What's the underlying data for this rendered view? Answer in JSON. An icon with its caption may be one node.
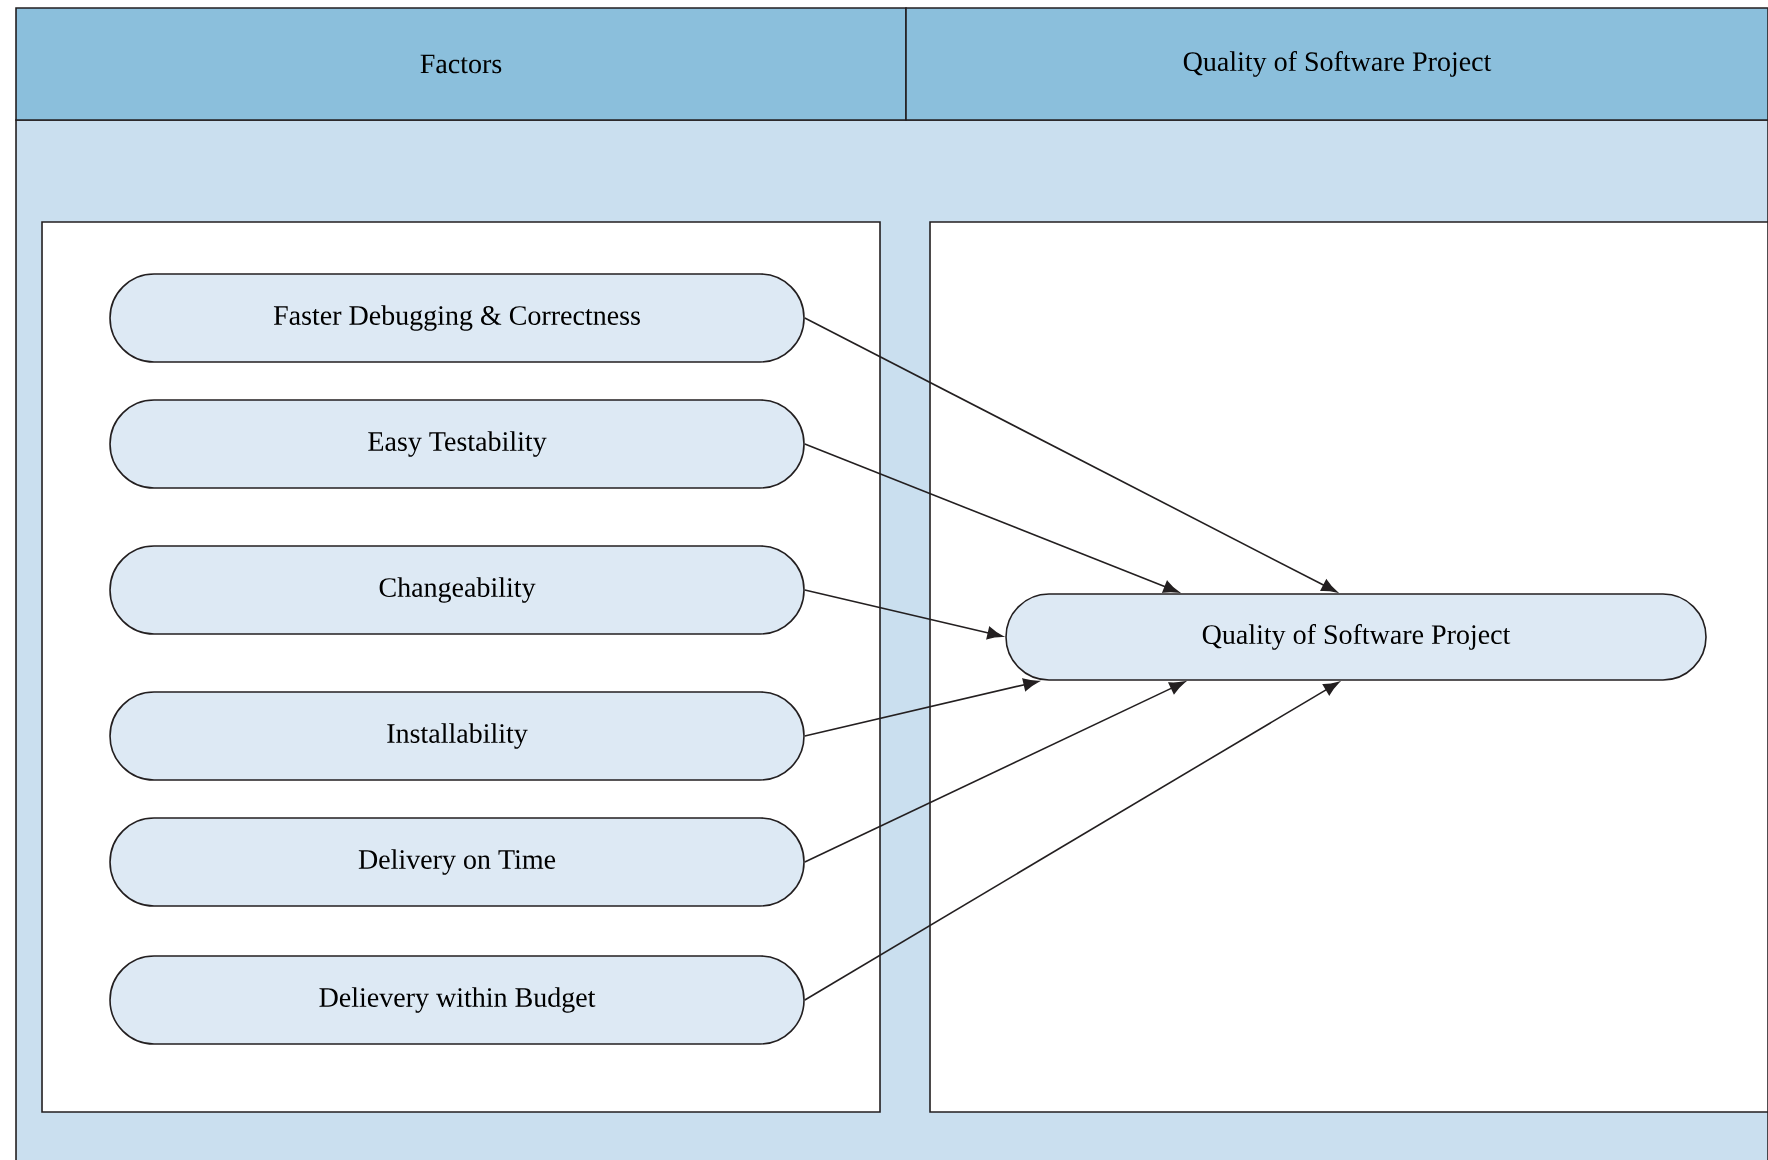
{
  "diagram": {
    "nodes": [
      {
        "text": [
          "Factors"
        ]
      },
      {
        "text": [
          "Quality of Software Project"
        ]
      },
      {
        "text": [],
        "shape": "box"
      },
      {
        "text": [],
        "shape": "box"
      },
      {
        "text": [
          "Faster Debugging & Correctness"
        ],
        "in": 2
      },
      {
        "text": [
          "Easy Testability"
        ],
        "in": 2
      },
      {
        "text": [
          "Changeability"
        ],
        "in": 2
      },
      {
        "text": [
          "Installability"
        ],
        "in": 2
      },
      {
        "text": [
          "Delivery on Time"
        ],
        "in": 2
      },
      {
        "text": [
          "Delievery within Budget"
        ],
        "in": 2
      },
      {
        "text": [
          "Quality of Software Project"
        ],
        "in": 3
      }
    ],
    "edges": [
      {
        "from": 4,
        "to": 10,
        "arrow": "to"
      },
      {
        "from": 5,
        "to": 10,
        "arrow": "to"
      },
      {
        "from": 6,
        "to": 10,
        "arrow": "to"
      },
      {
        "from": 7,
        "to": 10,
        "arrow": "to"
      },
      {
        "from": 8,
        "to": 10,
        "arrow": "to"
      },
      {
        "from": 9,
        "to": 10,
        "arrow": "to"
      }
    ]
  }
}
